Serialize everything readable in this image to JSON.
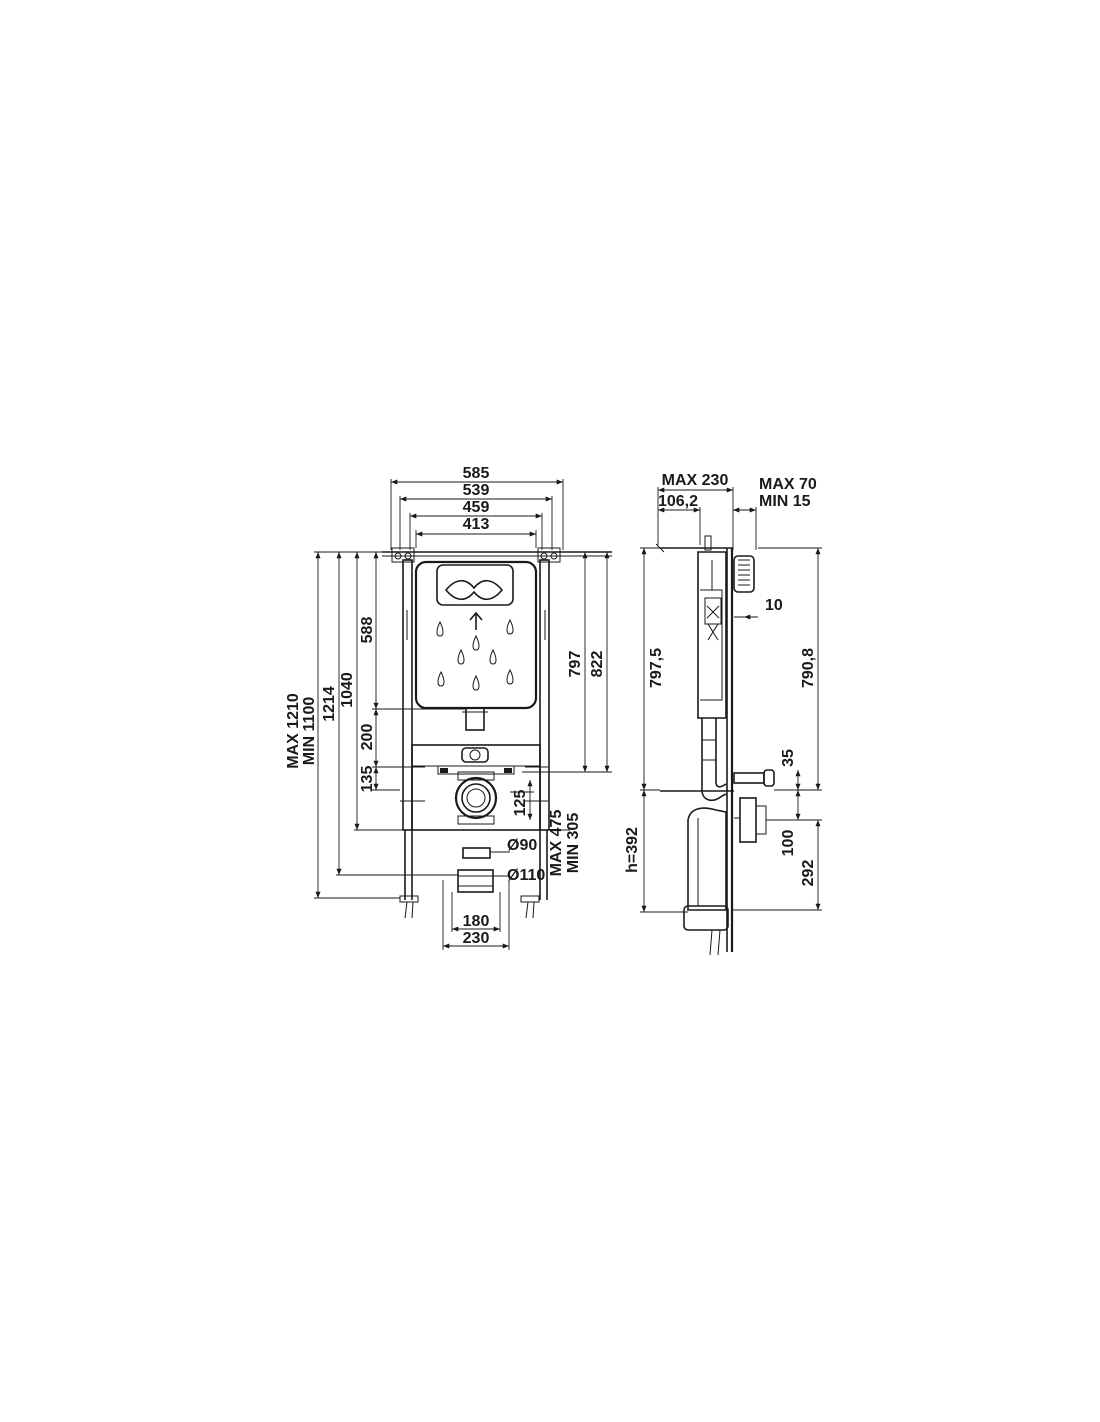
{
  "front_view": {
    "widths": {
      "w585": "585",
      "w539": "539",
      "w459": "459",
      "w413": "413",
      "w180": "180",
      "w230": "230"
    },
    "heights": {
      "h_max": "MAX 1210",
      "h_min": "MIN 1100",
      "h1214": "1214",
      "h1040": "1040",
      "h588": "588",
      "h200": "200",
      "h135": "135",
      "h797": "797",
      "h822": "822",
      "h125": "125",
      "h_max475": "MAX 475",
      "h_min305": "MIN 305"
    },
    "pipes": {
      "d90": "Ø90",
      "d110": "Ø110"
    }
  },
  "side_view": {
    "top": {
      "max230": "MAX 230",
      "d106": "106,2",
      "max70": "MAX 70",
      "min15": "MIN 15"
    },
    "dims": {
      "d10": "10",
      "d797_5": "797,5",
      "d790_8": "790,8",
      "d35": "35",
      "d100": "100",
      "d292": "292",
      "h392": "h=392"
    }
  }
}
